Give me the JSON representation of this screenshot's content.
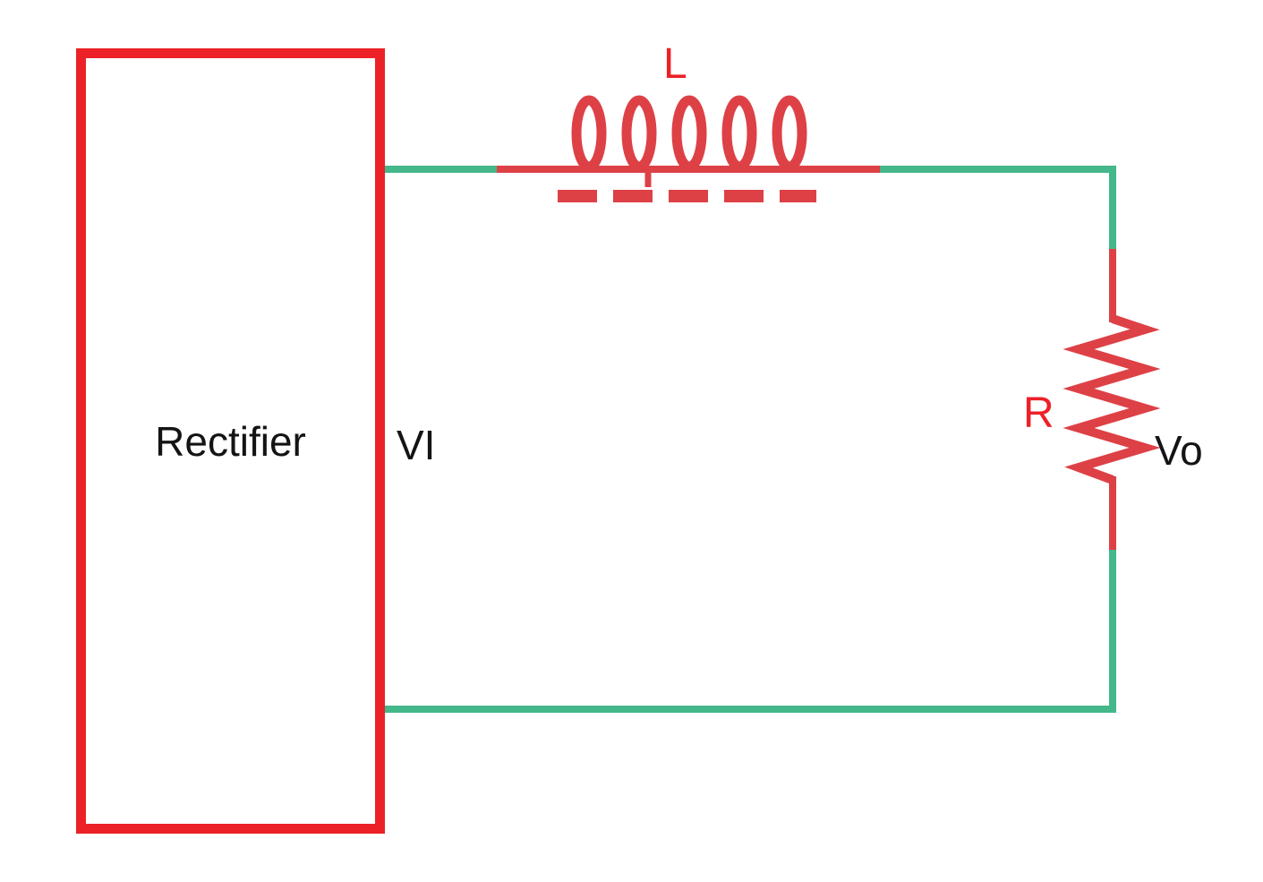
{
  "diagram": {
    "rectifier_label": "Rectifier",
    "input_voltage_label": "VI",
    "inductor_label": "L",
    "resistor_label": "R",
    "output_voltage_label": "Vo"
  },
  "colors": {
    "box_red": "#ec2127",
    "component_red": "#dd4146",
    "wire_green": "#44b78b",
    "text_black": "#141414",
    "background": "#ffffff"
  }
}
